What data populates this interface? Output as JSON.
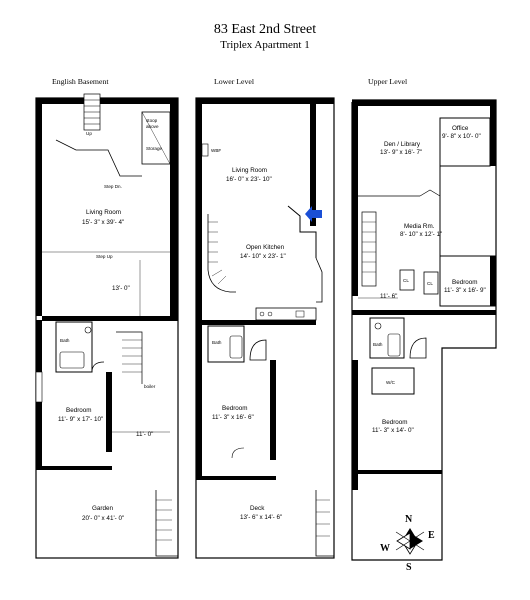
{
  "header": {
    "title": "83 East 2nd Street",
    "subtitle": "Triplex Apartment 1"
  },
  "levels": {
    "basement": {
      "name": "English Basement",
      "stoop": "stoop",
      "above": "above",
      "storage": "Storage",
      "step_dn_top": "Step Dn.",
      "living_room": "Living Room",
      "living_room_dim": "15'- 3\" x 39'- 4\"",
      "step_up": "Step Up",
      "dim_13": "13'- 0\"",
      "bath": "Bath",
      "bedroom": "Bedroom",
      "bedroom_dim": "11'- 9\" x 17'- 10\"",
      "dim_11": "11'- 0\"",
      "garden": "Garden",
      "garden_dim": "20'- 0\" x 41'- 0\"",
      "up": "Up",
      "boiler": "boiler"
    },
    "lower": {
      "name": "Lower Level",
      "wbf": "WBF",
      "living_room": "Living Room",
      "living_room_dim": "16'- 0\" x 23'- 10\"",
      "open_kitchen": "Open Kitchen",
      "open_kitchen_dim": "14'- 10\" x 23'- 1\"",
      "bath": "Bath",
      "bedroom": "Bedroom",
      "bedroom_dim": "11'- 3\" x 16'- 6\"",
      "deck": "Deck",
      "deck_dim": "13'- 6\" x 14'- 6\""
    },
    "upper": {
      "name": "Upper Level",
      "den_library": "Den / Library",
      "den_library_dim": "13'- 9\" x 16'- 7\"",
      "office": "Office",
      "office_dim": "9'- 8\" x 10'- 0\"",
      "media_rm": "Media Rm.",
      "media_rm_dim": "8'- 10\" x 12'- 1\"",
      "cl1": "CL",
      "cl2": "CL",
      "bedroom1": "Bedroom",
      "bedroom1_dim": "11'- 3\" x 16'- 9\"",
      "dim_11_6": "11'- 6\"",
      "bath": "Bath",
      "wic": "W/C",
      "bedroom2": "Bedroom",
      "bedroom2_dim": "11'- 3\" x 14'- 0\""
    }
  },
  "compass": {
    "n": "N",
    "s": "S",
    "e": "E",
    "w": "W"
  },
  "colors": {
    "wall": "#000000",
    "arrow": "#1a4fd6"
  }
}
